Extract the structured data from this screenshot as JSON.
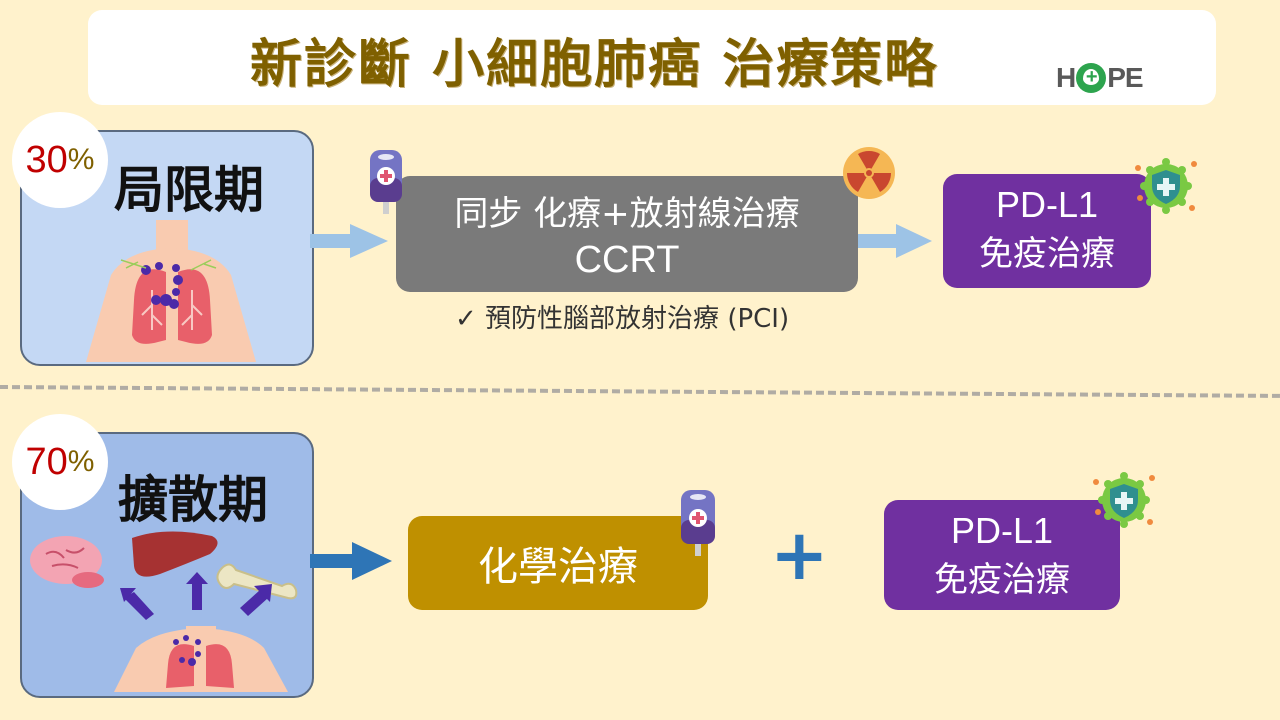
{
  "header": {
    "title": "新診斷 小細胞肺癌 治療策略",
    "logo_text": [
      "H",
      "PE"
    ],
    "logo_icon": "heart-plus-icon"
  },
  "colors": {
    "background": "#fff2cc",
    "title": "#7f6000",
    "percent": "#c00000",
    "ccrt_box": "#7a7a7a",
    "immuno_box": "#7030a0",
    "chemo_box": "#bf9000",
    "arrow_light": "#9dc3e6",
    "arrow_dark": "#2e75b6",
    "logo_green": "#2da44e"
  },
  "limited": {
    "percent": "30",
    "percent_sign": "%",
    "label": "局限期",
    "illustration": "lungs-lymph-node-illustration",
    "treatment": {
      "line1": "同步 化療+放射線治療",
      "line2": "CCRT",
      "icons": [
        "iv-bag-icon",
        "radiation-icon"
      ]
    },
    "note": "✓ 預防性腦部放射治療 (PCI)",
    "next": {
      "line1": "PD-L1",
      "line2": "免疫治療",
      "icon": "shield-virus-icon"
    }
  },
  "extensive": {
    "percent": "70",
    "percent_sign": "%",
    "label": "擴散期",
    "illustration": "metastasis-brain-liver-bone-illustration",
    "treatment": {
      "label": "化學治療",
      "icon": "iv-bag-icon"
    },
    "plus": "+",
    "combo": {
      "line1": "PD-L1",
      "line2": "免疫治療",
      "icon": "shield-virus-icon"
    }
  }
}
